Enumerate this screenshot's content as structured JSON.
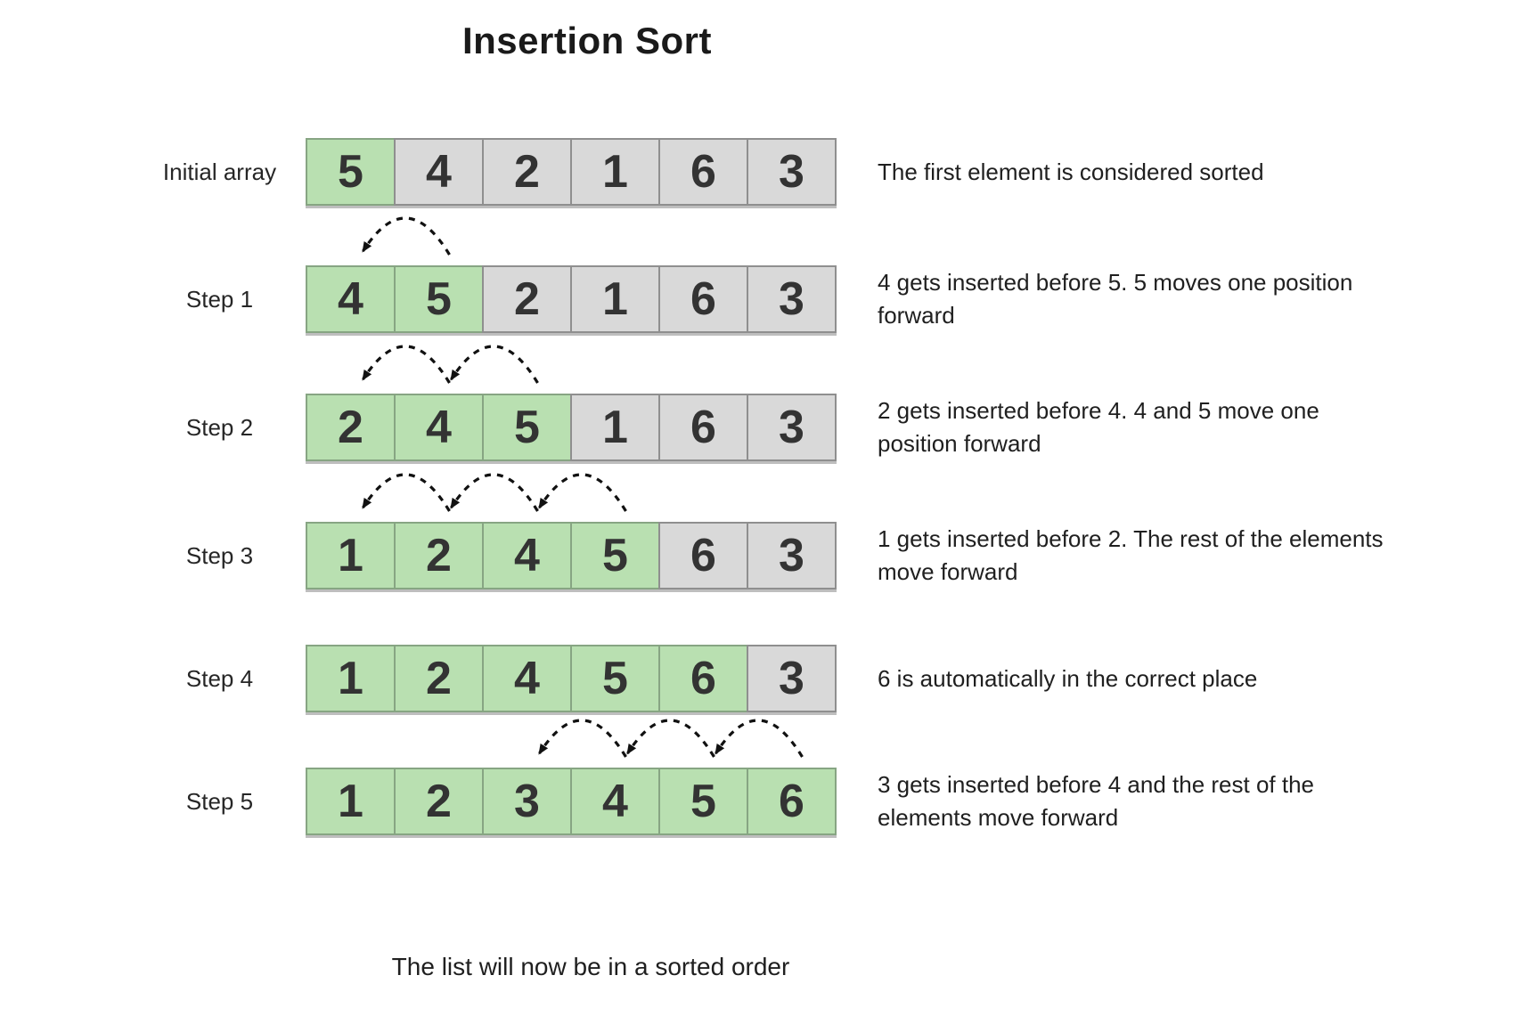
{
  "title": "Insertion Sort",
  "footer": "The list will now be in a sorted order",
  "colors": {
    "sorted_fill": "#b9e0b1",
    "sorted_border": "#87a583",
    "unsorted_fill": "#d9d9d9",
    "unsorted_border": "#8f8f8f",
    "arrow": "#111111"
  },
  "rows": [
    {
      "label": "Initial array",
      "cells": [
        {
          "value": "5",
          "sorted": true
        },
        {
          "value": "4",
          "sorted": false
        },
        {
          "value": "2",
          "sorted": false
        },
        {
          "value": "1",
          "sorted": false
        },
        {
          "value": "6",
          "sorted": false
        },
        {
          "value": "3",
          "sorted": false
        }
      ],
      "note": "The first element is considered sorted",
      "arrows": []
    },
    {
      "label": "Step 1",
      "cells": [
        {
          "value": "4",
          "sorted": true
        },
        {
          "value": "5",
          "sorted": true
        },
        {
          "value": "2",
          "sorted": false
        },
        {
          "value": "1",
          "sorted": false
        },
        {
          "value": "6",
          "sorted": false
        },
        {
          "value": "3",
          "sorted": false
        }
      ],
      "note": "4 gets inserted before 5. 5 moves one position forward",
      "arrows": [
        {
          "from": 1,
          "to": 0
        }
      ]
    },
    {
      "label": "Step 2",
      "cells": [
        {
          "value": "2",
          "sorted": true
        },
        {
          "value": "4",
          "sorted": true
        },
        {
          "value": "5",
          "sorted": true
        },
        {
          "value": "1",
          "sorted": false
        },
        {
          "value": "6",
          "sorted": false
        },
        {
          "value": "3",
          "sorted": false
        }
      ],
      "note": "2 gets inserted before 4. 4 and 5 move one position forward",
      "arrows": [
        {
          "from": 1,
          "to": 0
        },
        {
          "from": 2,
          "to": 1
        }
      ]
    },
    {
      "label": "Step 3",
      "cells": [
        {
          "value": "1",
          "sorted": true
        },
        {
          "value": "2",
          "sorted": true
        },
        {
          "value": "4",
          "sorted": true
        },
        {
          "value": "5",
          "sorted": true
        },
        {
          "value": "6",
          "sorted": false
        },
        {
          "value": "3",
          "sorted": false
        }
      ],
      "note": "1 gets inserted before 2. The rest of the elements move forward",
      "arrows": [
        {
          "from": 1,
          "to": 0
        },
        {
          "from": 2,
          "to": 1
        },
        {
          "from": 3,
          "to": 2
        }
      ]
    },
    {
      "label": "Step 4",
      "cells": [
        {
          "value": "1",
          "sorted": true
        },
        {
          "value": "2",
          "sorted": true
        },
        {
          "value": "4",
          "sorted": true
        },
        {
          "value": "5",
          "sorted": true
        },
        {
          "value": "6",
          "sorted": true
        },
        {
          "value": "3",
          "sorted": false
        }
      ],
      "note": "6 is automatically in the correct place",
      "arrows": []
    },
    {
      "label": "Step 5",
      "cells": [
        {
          "value": "1",
          "sorted": true
        },
        {
          "value": "2",
          "sorted": true
        },
        {
          "value": "3",
          "sorted": true
        },
        {
          "value": "4",
          "sorted": true
        },
        {
          "value": "5",
          "sorted": true
        },
        {
          "value": "6",
          "sorted": true
        }
      ],
      "note": "3 gets inserted before 4 and the rest of the elements move forward",
      "arrows": [
        {
          "from": 3,
          "to": 2
        },
        {
          "from": 4,
          "to": 3
        },
        {
          "from": 5,
          "to": 4
        }
      ]
    }
  ]
}
